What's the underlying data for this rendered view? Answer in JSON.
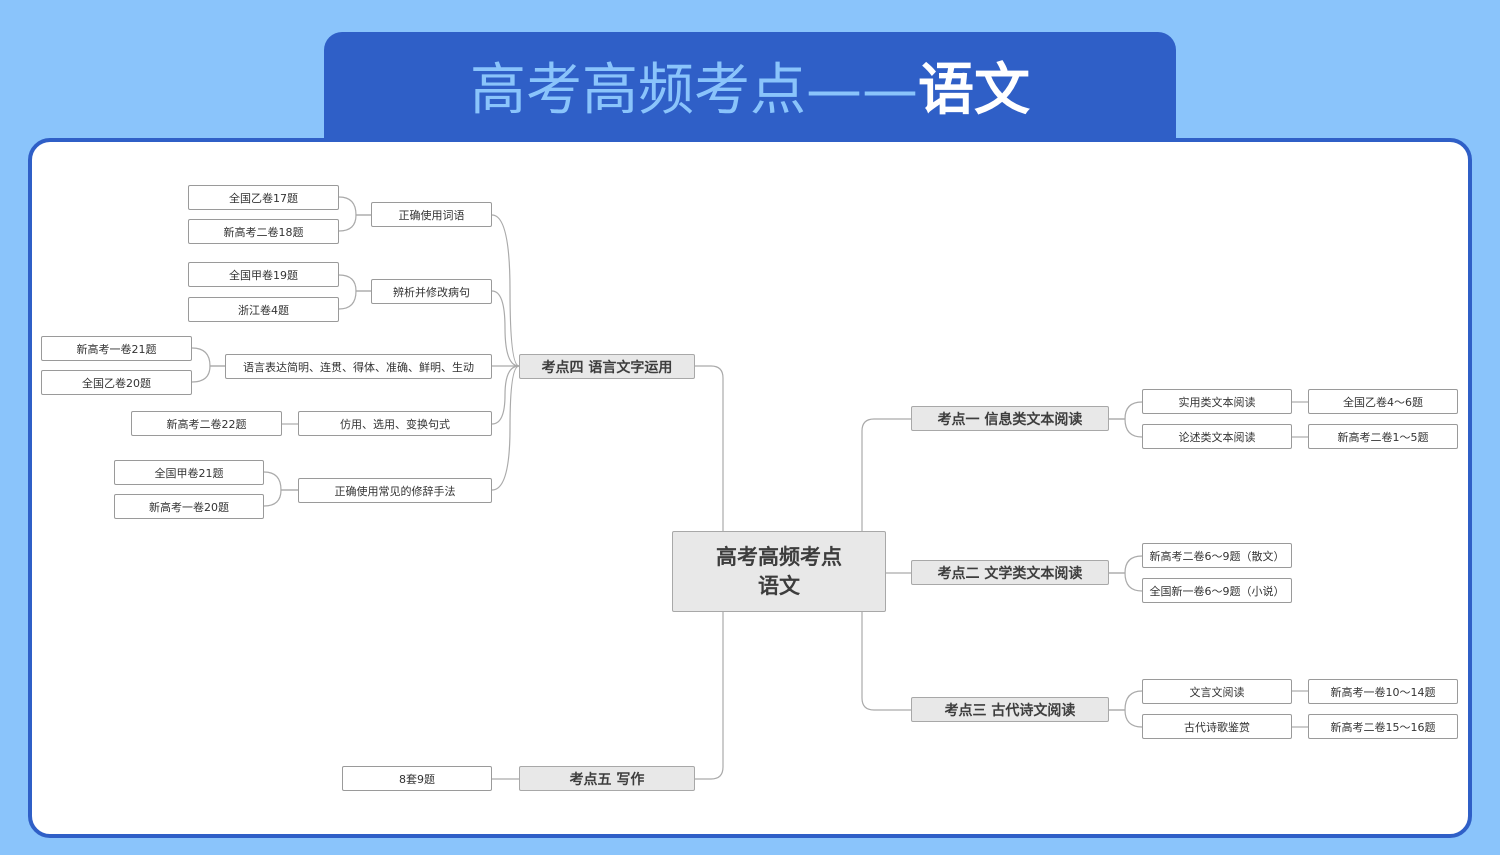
{
  "header": {
    "title_light": "高考高频考点——",
    "title_bold": "语文"
  },
  "colors": {
    "background": "#8ac4fb",
    "accent": "#2f5fc7",
    "node_fill": "#e8e8e8",
    "line": "#aaaaaa"
  },
  "mindmap": {
    "root": {
      "line1": "高考高频考点",
      "line2": "语文"
    },
    "topic4": {
      "label": "考点四   语言文字运用",
      "subs": [
        {
          "label": "正确使用词语",
          "leaves": [
            "全国乙卷17题",
            "新高考二卷18题"
          ]
        },
        {
          "label": "辨析并修改病句",
          "leaves": [
            "全国甲卷19题",
            "浙江卷4题"
          ]
        },
        {
          "label": "语言表达简明、连贯、得体、准确、鲜明、生动",
          "leaves": [
            "新高考一卷21题",
            "全国乙卷20题"
          ]
        },
        {
          "label": "仿用、选用、变换句式",
          "leaves": [
            "新高考二卷22题"
          ]
        },
        {
          "label": "正确使用常见的修辞手法",
          "leaves": [
            "全国甲卷21题",
            "新高考一卷20题"
          ]
        }
      ]
    },
    "topic5": {
      "label": "考点五   写作",
      "leaves": [
        "8套9题"
      ]
    },
    "topic1": {
      "label": "考点一   信息类文本阅读",
      "subs": [
        {
          "label": "实用类文本阅读",
          "leaves": [
            "全国乙卷4～6题"
          ]
        },
        {
          "label": "论述类文本阅读",
          "leaves": [
            "新高考二卷1～5题"
          ]
        }
      ]
    },
    "topic2": {
      "label": "考点二   文学类文本阅读",
      "leaves": [
        "新高考二卷6～9题（散文）",
        "全国新一卷6～9题（小说）"
      ]
    },
    "topic3": {
      "label": "考点三   古代诗文阅读",
      "subs": [
        {
          "label": "文言文阅读",
          "leaves": [
            "新高考一卷10～14题"
          ]
        },
        {
          "label": "古代诗歌鉴赏",
          "leaves": [
            "新高考二卷15～16题"
          ]
        }
      ]
    }
  }
}
